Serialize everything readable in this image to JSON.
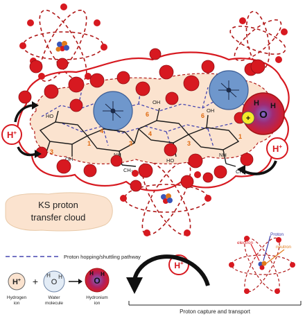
{
  "cloud_label": [
    "KS proton",
    "transfer cloud"
  ],
  "ions": {
    "h_plus_base": "H",
    "plus_sign": "+",
    "hydronium_o": "O",
    "hydronium_h": "H"
  },
  "ring_numbers": [
    "3",
    "1",
    "4",
    "3",
    "6",
    "4",
    "6",
    "3",
    "1"
  ],
  "groups": [
    "HO",
    "OH",
    "NH",
    "OH",
    "HO",
    "NH",
    "OH",
    "CH₃",
    "CH₃"
  ],
  "legend": {
    "pathway_label": "Proton hopping/shuttling pathway",
    "plus": "+",
    "water_o": "O",
    "water_h": "H",
    "hydrogen_ion_label": [
      "Hydrogen",
      "ion"
    ],
    "water_molecule_label": [
      "Water",
      "molecule"
    ],
    "hydronium_label": [
      "Hydronium",
      "ion"
    ],
    "capture_label": "Proton capture and transport"
  },
  "atom_legend": {
    "electron": "electron",
    "proton": "Proton",
    "neutron": "neutron"
  },
  "colors": {
    "red_atom": "#d71920",
    "dash_red": "#b01818",
    "sulfate_blue": "#6f97cc",
    "cloud_fill": "#fbe3cf",
    "pathway_blue": "#4646b0",
    "ring_orange": "#e06a10"
  }
}
